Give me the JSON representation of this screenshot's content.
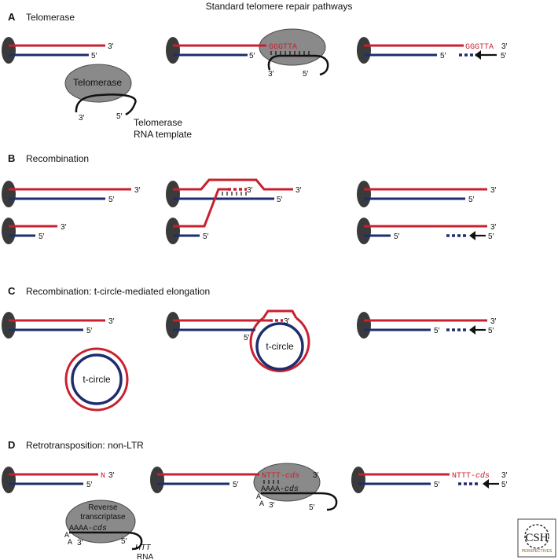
{
  "title": "Standard telomere repair pathways",
  "panels": [
    {
      "letter": "A",
      "heading": "Telomerase"
    },
    {
      "letter": "B",
      "heading": "Recombination"
    },
    {
      "letter": "C",
      "heading": "Recombination: t-circle-mediated elongation"
    },
    {
      "letter": "D",
      "heading": "Retrotransposition: non-LTR"
    }
  ],
  "labels": {
    "three_prime": "3′",
    "five_prime": "5′",
    "telomerase": "Telomerase",
    "telomerase_rna_line1": "Telomerase",
    "telomerase_rna_line2": "RNA template",
    "repeat": "GGGTTA",
    "t_circle": "t-circle",
    "n": "N",
    "nttt_prefix": "NTTT-",
    "cds": "cds",
    "aaaa_prefix": "AAAA-",
    "a": "A",
    "rt_line1": "Reverse",
    "rt_line2": "transcriptase",
    "htt": "HTT",
    "rna": "RNA",
    "logo_line1": "CSH",
    "logo_line2": "PERSPECTIVES"
  }
}
